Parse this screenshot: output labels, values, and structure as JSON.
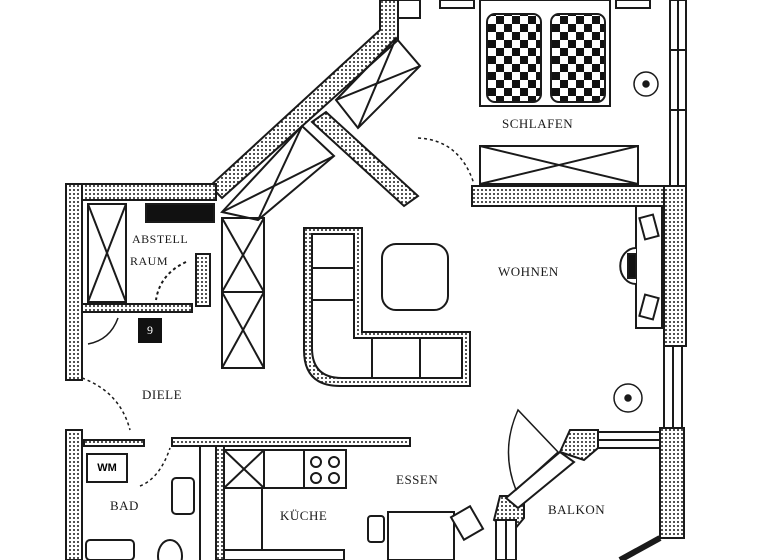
{
  "plan": {
    "type": "apartment floor plan",
    "colors": {
      "line": "#1a1a1a",
      "wall_fill": "#d9d9d9",
      "background": "#ffffff"
    },
    "rooms": [
      {
        "id": "schlafen",
        "label": "Schlafen"
      },
      {
        "id": "abstellraum",
        "label_line1": "Abstell",
        "label_line2": "raum"
      },
      {
        "id": "wohnen",
        "label": "Wohnen"
      },
      {
        "id": "diele",
        "label": "Diele"
      },
      {
        "id": "bad",
        "label": "Bad"
      },
      {
        "id": "kueche",
        "label": "Küche"
      },
      {
        "id": "essen",
        "label": "Essen"
      },
      {
        "id": "balkon",
        "label": "Balkon"
      }
    ],
    "fixtures": {
      "washing_machine": "WM",
      "meter_box": "9"
    }
  }
}
